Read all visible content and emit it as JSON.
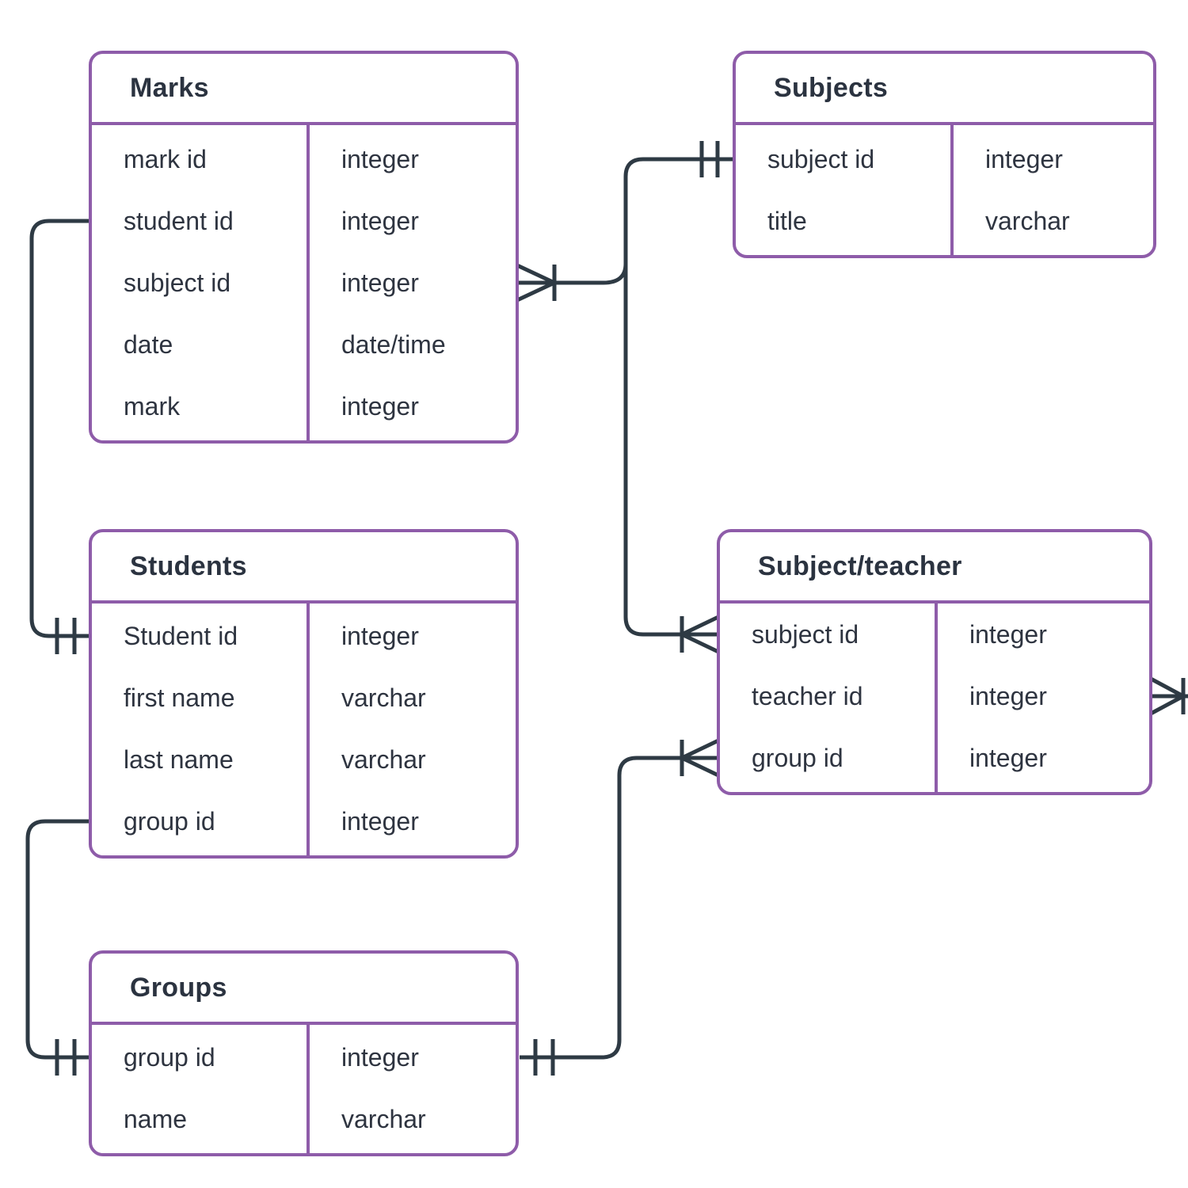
{
  "diagram": {
    "type": "er-diagram",
    "background": "#ffffff",
    "colors": {
      "entity_border": "#8e5ca9",
      "relationship_line": "#2e3a44",
      "text": "#2e3440"
    },
    "entities": [
      {
        "title": "Marks",
        "fields": [
          {
            "name": "mark id",
            "type": "integer"
          },
          {
            "name": "student id",
            "type": "integer"
          },
          {
            "name": "subject id",
            "type": "integer"
          },
          {
            "name": "date",
            "type": "date/time"
          },
          {
            "name": "mark",
            "type": "integer"
          }
        ]
      },
      {
        "title": "Subjects",
        "fields": [
          {
            "name": "subject id",
            "type": "integer"
          },
          {
            "name": "title",
            "type": "varchar"
          }
        ]
      },
      {
        "title": "Students",
        "fields": [
          {
            "name": "Student id",
            "type": "integer"
          },
          {
            "name": "first name",
            "type": "varchar"
          },
          {
            "name": "last name",
            "type": "varchar"
          },
          {
            "name": "group id",
            "type": "integer"
          }
        ]
      },
      {
        "title": "Subject/teacher",
        "fields": [
          {
            "name": "subject id",
            "type": "integer"
          },
          {
            "name": "teacher id",
            "type": "integer"
          },
          {
            "name": "group id",
            "type": "integer"
          }
        ]
      },
      {
        "title": "Groups",
        "fields": [
          {
            "name": "group id",
            "type": "integer"
          },
          {
            "name": "name",
            "type": "varchar"
          }
        ]
      }
    ],
    "relationships": [
      {
        "from": "Students.Student id",
        "to": "Marks.student id",
        "from_cardinality": "exactly-one",
        "to_cardinality": "one-or-many"
      },
      {
        "from": "Subjects.subject id",
        "to": "Marks.subject id",
        "from_cardinality": "exactly-one",
        "to_cardinality": "one-or-many"
      },
      {
        "from": "Subjects.subject id",
        "to": "Subject/teacher.subject id",
        "from_cardinality": "exactly-one",
        "to_cardinality": "one-or-many"
      },
      {
        "from": "Groups.group id",
        "to": "Students.group id",
        "from_cardinality": "exactly-one",
        "to_cardinality": "one-or-many"
      },
      {
        "from": "Groups.group id",
        "to": "Subject/teacher.group id",
        "from_cardinality": "exactly-one",
        "to_cardinality": "one-or-many"
      },
      {
        "from": "Subject/teacher.teacher id",
        "to": "off-canvas-right",
        "to_cardinality": "one-or-many"
      }
    ]
  }
}
